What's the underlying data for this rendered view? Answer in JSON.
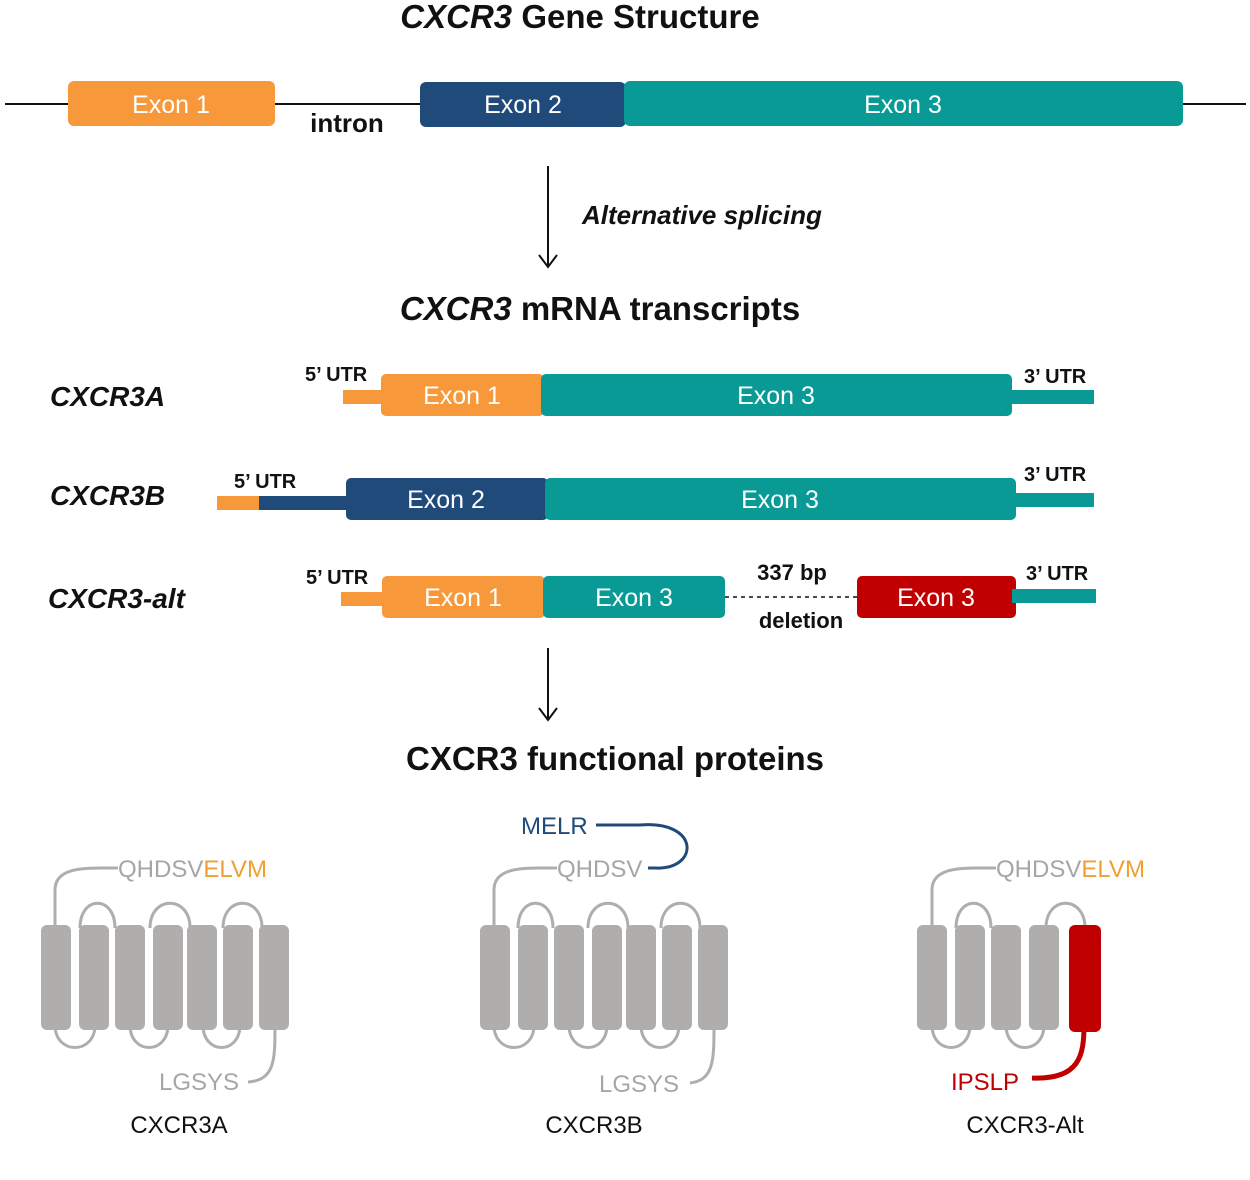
{
  "colors": {
    "exon1": "#f7993a",
    "exon2": "#1f4a7a",
    "exon3": "#0a9a96",
    "exon3_red": "#c00000",
    "membrane_gray": "#b0adad",
    "seq_gray": "#a6a6a6",
    "elvm_orange": "#f0a030",
    "melr_blue": "#1f4a7a",
    "ipslp_red": "#c00000"
  },
  "gene": {
    "title_italic": "CXCR3",
    "title_rest": "Gene Structure",
    "exons": [
      "Exon 1",
      "Exon 2",
      "Exon 3"
    ],
    "intron_label": "intron"
  },
  "splicing": {
    "label": "Alternative splicing"
  },
  "mrna": {
    "title_italic": "CXCR3",
    "title_rest": "mRNA transcripts",
    "rows": [
      {
        "name": "CXCR3A",
        "utr5": "5’ UTR",
        "utr3": "3’ UTR",
        "exons": [
          "Exon 1",
          "Exon 3"
        ]
      },
      {
        "name": "CXCR3B",
        "utr5": "5’ UTR",
        "utr3": "3’ UTR",
        "exons": [
          "Exon 2",
          "Exon 3"
        ]
      },
      {
        "name": "CXCR3-alt",
        "utr5": "5’ UTR",
        "utr3": "3’ UTR",
        "exons": [
          "Exon 1",
          "Exon 3",
          "Exon 3"
        ],
        "deletion_top": "337 bp",
        "deletion_bottom": "deletion"
      }
    ]
  },
  "proteins": {
    "title": "CXCR3 functional proteins",
    "items": [
      {
        "name": "CXCR3A",
        "nterm_gray": "QHDSV",
        "nterm_color": "ELVM",
        "cterm": "LGSYS"
      },
      {
        "name": "CXCR3B",
        "nterm_extra": "MELR",
        "nterm_gray": "QHDSV",
        "cterm": "LGSYS"
      },
      {
        "name": "CXCR3-Alt",
        "nterm_gray": "QHDSV",
        "nterm_color": "ELVM",
        "cterm": "IPSLP"
      }
    ]
  }
}
